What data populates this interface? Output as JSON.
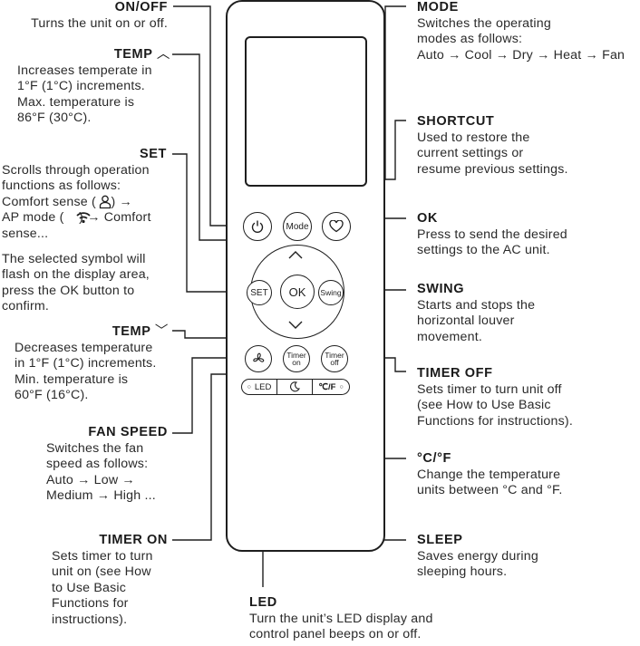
{
  "labels": {
    "onoff": {
      "title": "ON/OFF",
      "text": "Turns the unit on or off."
    },
    "temp_up": {
      "title": "TEMP",
      "text": "Increases temperate in\n1°F (1°C) increments.\nMax. temperature is\n86°F (30°C)."
    },
    "set": {
      "title": "SET",
      "text": "Scrolls through operation\nfunctions as follows:\nComfort sense (    ) →\nAP mode (    ) → Comfort\nsense...",
      "text2": "The selected symbol will\nflash on the display area,\npress the OK button to\nconfirm."
    },
    "temp_down": {
      "title": "TEMP",
      "text": "Decreases temperature\nin 1°F (1°C) increments.\nMin. temperature is\n60°F (16°C)."
    },
    "fan_speed": {
      "title": "FAN SPEED",
      "text": "Switches the fan\nspeed as follows:\nAuto → Low →\nMedium → High ..."
    },
    "timer_on": {
      "title": "TIMER ON",
      "text": "Sets timer to turn\nunit on (see How\nto Use Basic\nFunctions for\ninstructions)."
    },
    "led": {
      "title": "LED",
      "text": "Turn the unit’s LED display and\ncontrol panel beeps on or off."
    },
    "mode": {
      "title": "MODE",
      "text": "Switches the operating\nmodes as follows:\nAuto → Cool → Dry → Heat → Fan"
    },
    "shortcut": {
      "title": "SHORTCUT",
      "text": "Used to restore the\ncurrent settings or\nresume previous settings."
    },
    "ok": {
      "title": "OK",
      "text": "Press to send the desired\nsettings to the AC unit."
    },
    "swing": {
      "title": "SWING",
      "text": "Starts and stops the\nhorizontal louver\nmovement."
    },
    "timer_off": {
      "title": "TIMER OFF",
      "text": "Sets timer to turn unit off\n(see How to Use Basic\nFunctions for instructions)."
    },
    "celsius": {
      "title": "°C/°F",
      "text": "Change the temperature\nunits between °C and °F."
    },
    "sleep": {
      "title": "SLEEP",
      "text": "Saves energy during\nsleeping hours."
    }
  },
  "remote": {
    "mode_btn": "Mode",
    "set_btn": "SET",
    "ok_btn": "OK",
    "swing_btn": "Swing",
    "timer_on_btn": "Timer\non",
    "timer_off_btn": "Timer\noff",
    "led_btn": "LED",
    "cf_btn": "℃/F"
  }
}
